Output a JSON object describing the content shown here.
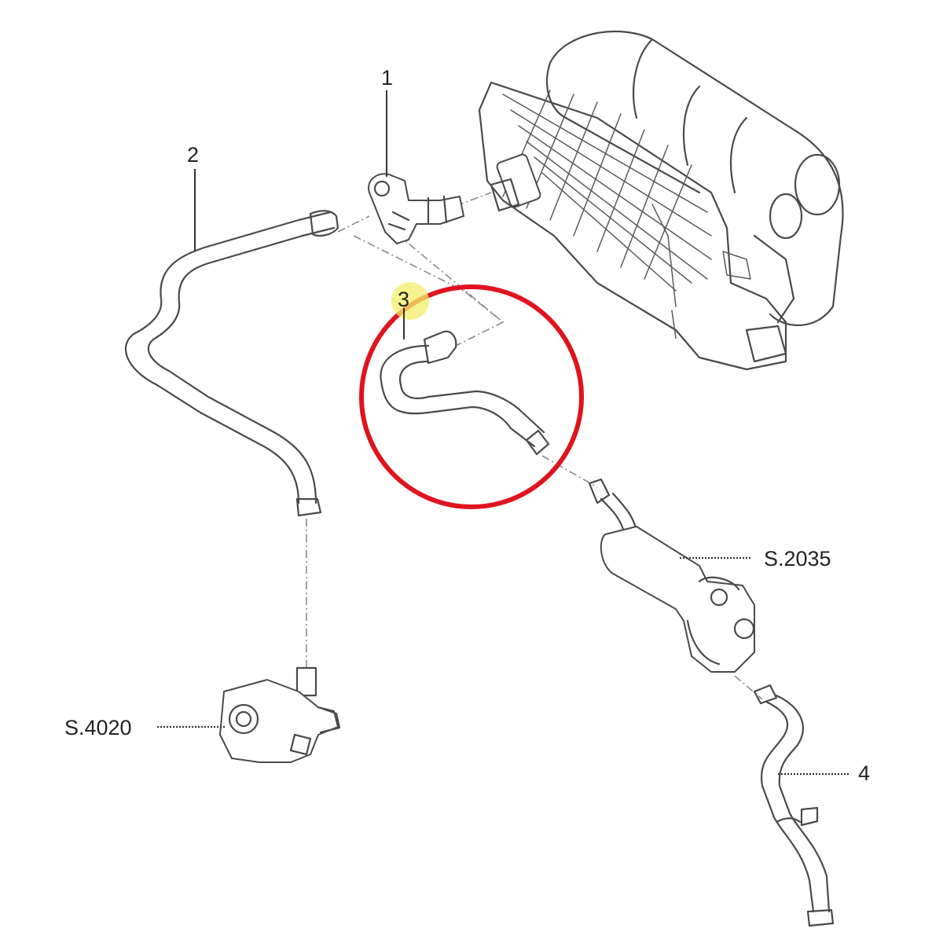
{
  "labels": {
    "part_1": "1",
    "part_2": "2",
    "part_3": "3",
    "part_4": "4",
    "ref_s2035": "S.2035",
    "ref_s4020": "S.4020"
  },
  "colors": {
    "highlight_circle": "#e0141e",
    "marker_highlight": "#f3ef6a",
    "line_art": "#4a4a4a"
  }
}
